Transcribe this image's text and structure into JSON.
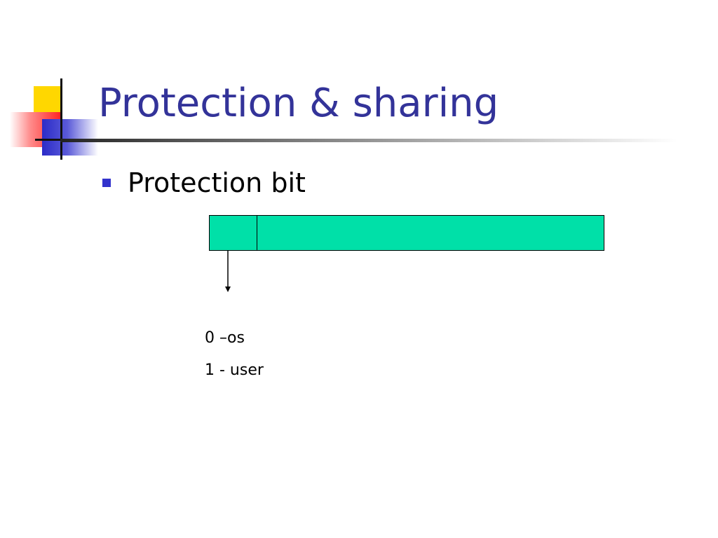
{
  "slide": {
    "title": "Protection & sharing",
    "bullets": [
      {
        "text": "Protection bit"
      }
    ],
    "diagram": {
      "legend": [
        "0 –os",
        "1 - user"
      ]
    }
  },
  "colors": {
    "title": "#333399",
    "bullet": "#3333CC",
    "register_fill": "#00E0A8",
    "deco_yellow": "#FFD700",
    "deco_red": "#FF2020",
    "deco_blue": "#2B2BC8"
  }
}
